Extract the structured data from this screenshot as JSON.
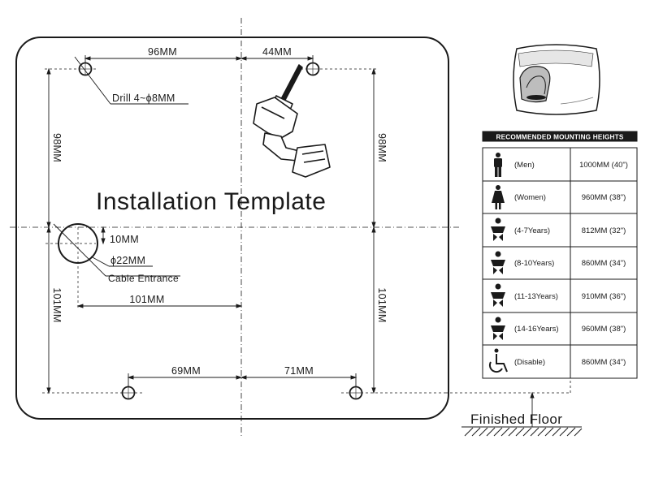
{
  "template": {
    "title": "Installation Template",
    "dims": {
      "top_left": "96MM",
      "top_right": "44MM",
      "left_upper": "98MM",
      "right_upper": "98MM",
      "left_lower": "101MM",
      "right_lower": "101MM",
      "bottom_left": "69MM",
      "bottom_right": "71MM",
      "cable_horizontal": "101MM",
      "cable_offset": "10MM",
      "cable_diameter": "ϕ22MM"
    },
    "drill_note": "Drill 4~ϕ8MM",
    "cable_note": "Cable Entrance"
  },
  "heights_table": {
    "header": "RECOMMENDED MOUNTING HEIGHTS",
    "rows": [
      {
        "icon": "man-icon",
        "label": "(Men)",
        "value": "1000MM (40\")"
      },
      {
        "icon": "woman-icon",
        "label": "(Women)",
        "value": "960MM (38\")"
      },
      {
        "icon": "child-icon",
        "label": "(4-7Years)",
        "value": "812MM (32\")"
      },
      {
        "icon": "child-icon",
        "label": "(8-10Years)",
        "value": "860MM (34\")"
      },
      {
        "icon": "child-icon",
        "label": "(11-13Years)",
        "value": "910MM (36\")"
      },
      {
        "icon": "child-icon",
        "label": "(14-16Years)",
        "value": "960MM (38\")"
      },
      {
        "icon": "wheelchair-icon",
        "label": "(Disable)",
        "value": "860MM (34\")"
      }
    ]
  },
  "floor_label": "Finished Floor",
  "colors": {
    "line": "#1a1a1a",
    "header_bg": "#1a1a1a"
  }
}
